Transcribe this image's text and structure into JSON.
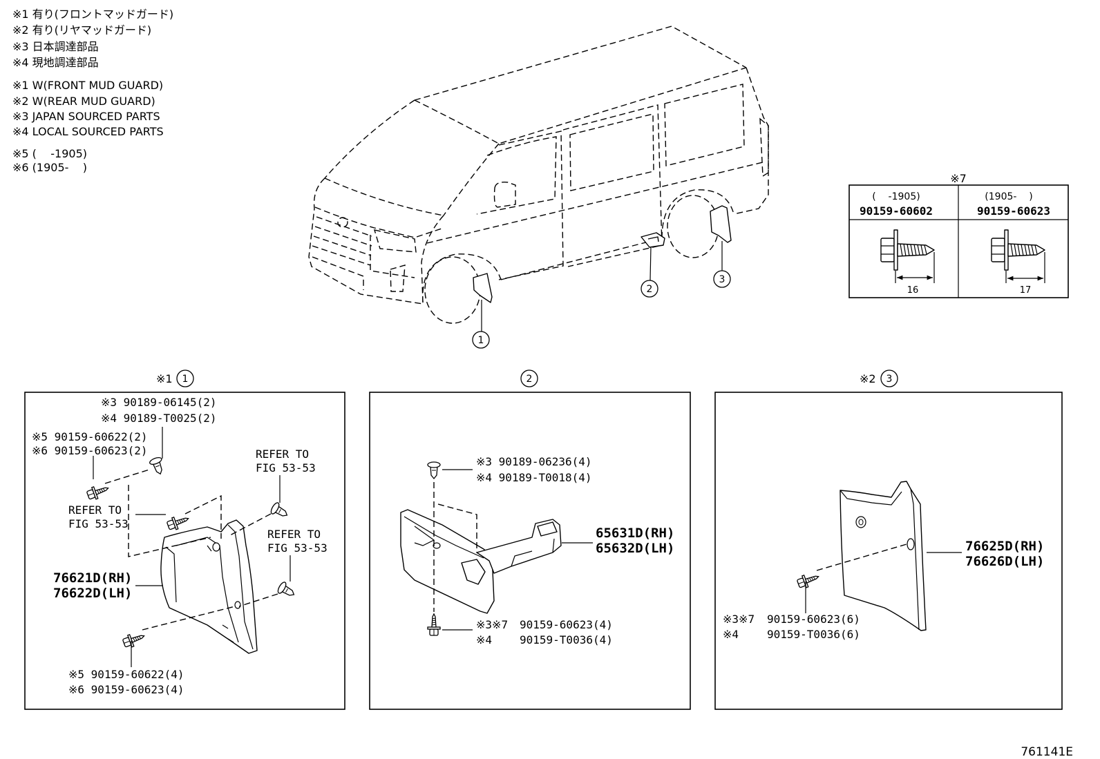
{
  "notes": {
    "jp": [
      "※1 有り(フロントマッドガード)",
      "※2 有り(リヤマッドガード)",
      "※3 日本調達部品",
      "※4 現地調達部品"
    ],
    "en": [
      "※1 W(FRONT MUD GUARD)",
      "※2 W(REAR MUD GUARD)",
      "※3 JAPAN SOURCED PARTS",
      "※4 LOCAL SOURCED PARTS"
    ],
    "period": [
      "※5 (    -1905)",
      "※6 (1905-    )"
    ]
  },
  "callouts": [
    "1",
    "2",
    "3"
  ],
  "table": {
    "title": "※7",
    "columns": [
      {
        "period": "(    -1905)",
        "part": "90159-60602",
        "length": "16"
      },
      {
        "period": "(1905-    )",
        "part": "90159-60623",
        "length": "17"
      }
    ]
  },
  "panels": [
    {
      "title_mark": "※1",
      "title_num": "1",
      "labels": {
        "clip_a": "※3 90189-06145(2)",
        "clip_b": "※4 90189-T0025(2)",
        "screw_top_a": "※5 90159-60622(2)",
        "screw_top_b": "※6 90159-60623(2)",
        "refer_1": "REFER TO",
        "refer_2": "FIG 53-53",
        "part_rh": "76621D(RH)",
        "part_lh": "76622D(LH)",
        "screw_bottom_a": "※5 90159-60622(4)",
        "screw_bottom_b": "※6 90159-60623(4)"
      }
    },
    {
      "title_mark": "",
      "title_num": "2",
      "labels": {
        "clip_a": "※3 90189-06236(4)",
        "clip_b": "※4 90189-T0018(4)",
        "part_rh": "65631D(RH)",
        "part_lh": "65632D(LH)",
        "screw_a_mark": "※3※7",
        "screw_a": "90159-60623(4)",
        "screw_b_mark": "※4",
        "screw_b": "90159-T0036(4)"
      }
    },
    {
      "title_mark": "※2",
      "title_num": "3",
      "labels": {
        "part_rh": "76625D(RH)",
        "part_lh": "76626D(LH)",
        "screw_a_mark": "※3※7",
        "screw_a": "90159-60623(6)",
        "screw_b_mark": "※4",
        "screw_b": "90159-T0036(6)"
      }
    }
  ],
  "figure_id": "761141E"
}
